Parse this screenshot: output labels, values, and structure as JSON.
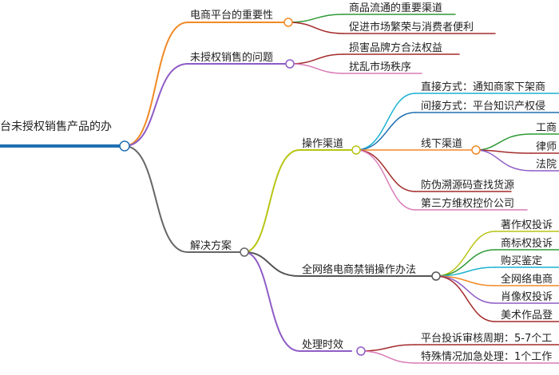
{
  "mindmap": {
    "root": "台未授权销售产品的办",
    "branches": {
      "importance": {
        "label": "电商平台的重要性",
        "children": [
          "商品流通的重要渠道",
          "促进市场繁荣与消费者便利"
        ]
      },
      "problems": {
        "label": "未授权销售的问题",
        "children": [
          "损害品牌方合法权益",
          "扰乱市场秩序"
        ]
      },
      "solutions": {
        "label": "解决方案",
        "channels": {
          "label": "操作渠道",
          "direct": "直接方式：通知商家下架商",
          "indirect": "间接方式：平台知识产权侵",
          "offline": {
            "label": "线下渠道",
            "children": [
              "工商",
              "律师",
              "法院"
            ]
          },
          "trace": "防伪溯源码查找货源",
          "third_party": "第三方维权控价公司"
        },
        "network": {
          "label": "全网络电商禁销操作办法",
          "children": [
            "著作权投诉",
            "商标权投诉",
            "购买鉴定",
            "全网络电商",
            "肖像权投诉",
            "美术作品登"
          ]
        },
        "timeliness": {
          "label": "处理时效",
          "children": [
            "平台投诉审核周期：5-7个工",
            "特殊情况加急处理：1个工作"
          ]
        }
      }
    }
  },
  "colors": {
    "root": "#1f6fb2",
    "importance": "#f08a24",
    "problems": "#8e5cc6",
    "solutions": "#555555",
    "channels": "#b8c414",
    "network": "#555555",
    "timeliness": "#8a2438"
  }
}
